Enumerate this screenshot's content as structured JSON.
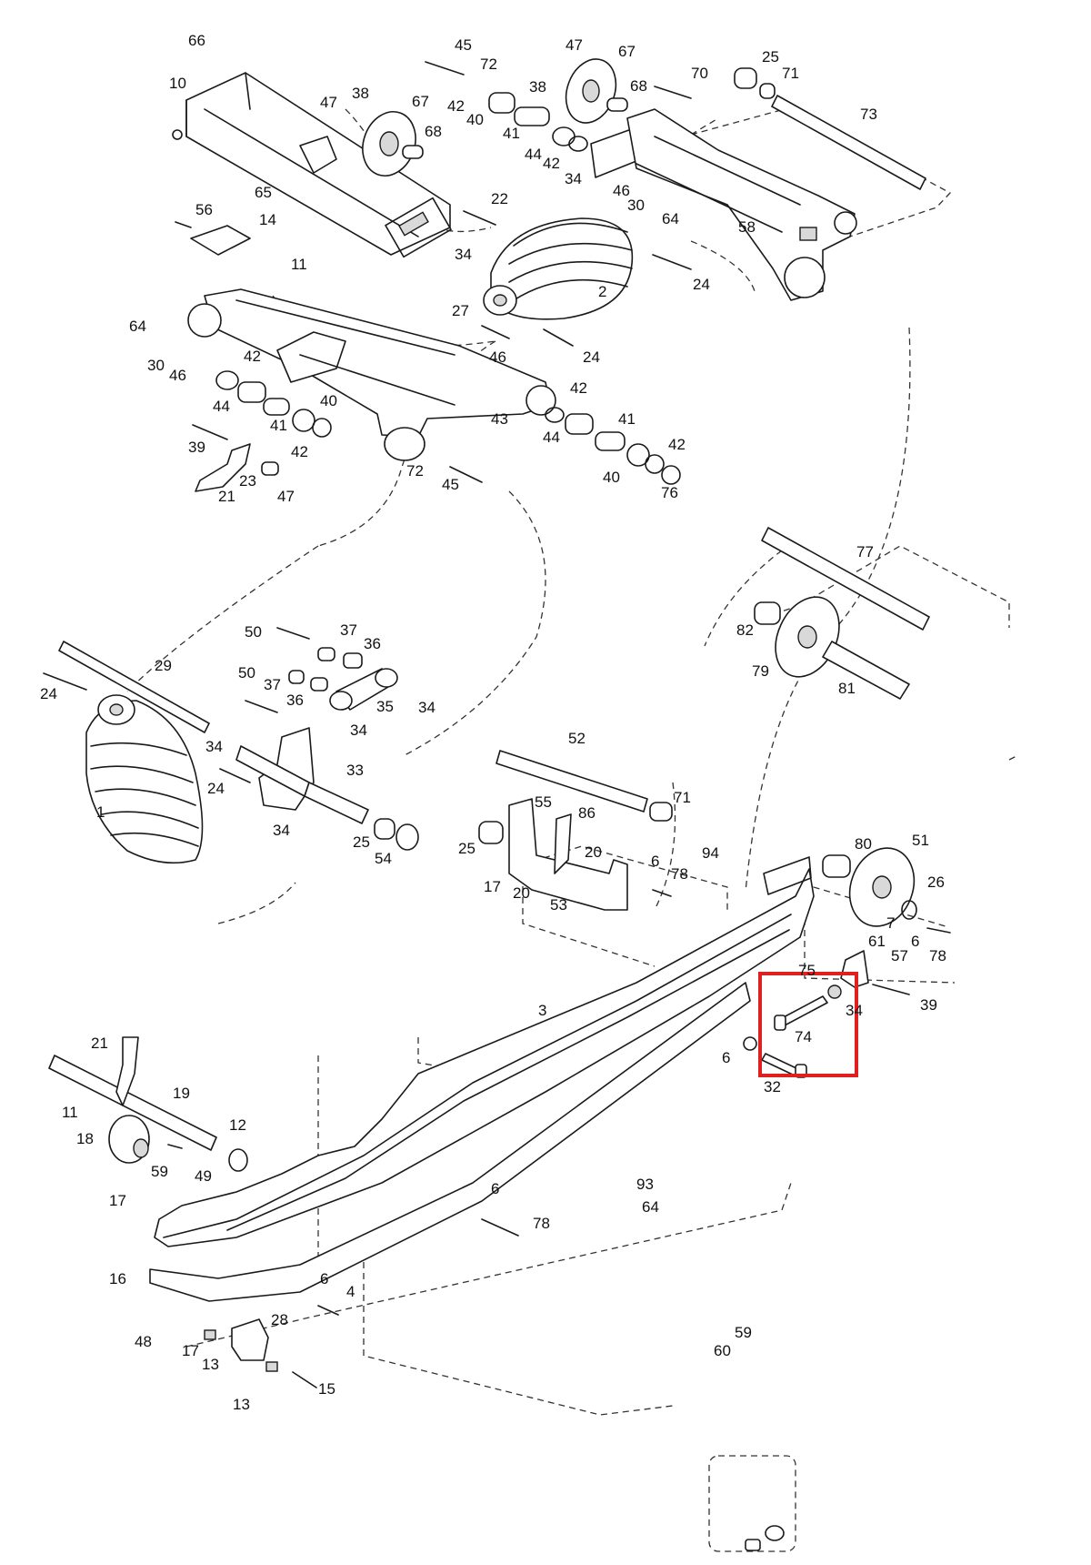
{
  "diagram": {
    "highlight_color": "#e02020",
    "callouts": [
      {
        "id": "c66",
        "text": "66"
      },
      {
        "id": "c10",
        "text": "10"
      },
      {
        "id": "c45a",
        "text": "45"
      },
      {
        "id": "c72a",
        "text": "72"
      },
      {
        "id": "c47a",
        "text": "47"
      },
      {
        "id": "c38a",
        "text": "38"
      },
      {
        "id": "c67a",
        "text": "67"
      },
      {
        "id": "c70",
        "text": "70"
      },
      {
        "id": "c25a",
        "text": "25"
      },
      {
        "id": "c71a",
        "text": "71"
      },
      {
        "id": "c73",
        "text": "73"
      },
      {
        "id": "c47b",
        "text": "47"
      },
      {
        "id": "c38b",
        "text": "38"
      },
      {
        "id": "c67b",
        "text": "67"
      },
      {
        "id": "c68a",
        "text": "68"
      },
      {
        "id": "c42a",
        "text": "42"
      },
      {
        "id": "c40a",
        "text": "40"
      },
      {
        "id": "c41a",
        "text": "41"
      },
      {
        "id": "c68b",
        "text": "68"
      },
      {
        "id": "c44a",
        "text": "44"
      },
      {
        "id": "c42b",
        "text": "42"
      },
      {
        "id": "c34a",
        "text": "34"
      },
      {
        "id": "c46a",
        "text": "46"
      },
      {
        "id": "c30a",
        "text": "30"
      },
      {
        "id": "c64a",
        "text": "64"
      },
      {
        "id": "c58",
        "text": "58"
      },
      {
        "id": "c65",
        "text": "65"
      },
      {
        "id": "c22",
        "text": "22"
      },
      {
        "id": "c56",
        "text": "56"
      },
      {
        "id": "c14",
        "text": "14"
      },
      {
        "id": "c11a",
        "text": "11"
      },
      {
        "id": "c34b",
        "text": "34"
      },
      {
        "id": "c24a",
        "text": "24"
      },
      {
        "id": "c2",
        "text": "2"
      },
      {
        "id": "c27",
        "text": "27"
      },
      {
        "id": "c64b",
        "text": "64"
      },
      {
        "id": "c30b",
        "text": "30"
      },
      {
        "id": "c46b",
        "text": "46"
      },
      {
        "id": "c42c",
        "text": "42"
      },
      {
        "id": "c46c",
        "text": "46"
      },
      {
        "id": "c24b",
        "text": "24"
      },
      {
        "id": "c44b",
        "text": "44"
      },
      {
        "id": "c40b",
        "text": "40"
      },
      {
        "id": "c41b",
        "text": "41"
      },
      {
        "id": "c42d",
        "text": "42"
      },
      {
        "id": "c43",
        "text": "43"
      },
      {
        "id": "c42e",
        "text": "42"
      },
      {
        "id": "c41c",
        "text": "41"
      },
      {
        "id": "c44c",
        "text": "44"
      },
      {
        "id": "c39a",
        "text": "39"
      },
      {
        "id": "c42f",
        "text": "42"
      },
      {
        "id": "c40c",
        "text": "40"
      },
      {
        "id": "c23",
        "text": "23"
      },
      {
        "id": "c72b",
        "text": "72"
      },
      {
        "id": "c45b",
        "text": "45"
      },
      {
        "id": "c76",
        "text": "76"
      },
      {
        "id": "c21a",
        "text": "21"
      },
      {
        "id": "c47c",
        "text": "47"
      },
      {
        "id": "c77",
        "text": "77"
      },
      {
        "id": "c82",
        "text": "82"
      },
      {
        "id": "c79",
        "text": "79"
      },
      {
        "id": "c81",
        "text": "81"
      },
      {
        "id": "c50a",
        "text": "50"
      },
      {
        "id": "c37a",
        "text": "37"
      },
      {
        "id": "c36a",
        "text": "36"
      },
      {
        "id": "c24c",
        "text": "24"
      },
      {
        "id": "c29",
        "text": "29"
      },
      {
        "id": "c50b",
        "text": "50"
      },
      {
        "id": "c37b",
        "text": "37"
      },
      {
        "id": "c36b",
        "text": "36"
      },
      {
        "id": "c35",
        "text": "35"
      },
      {
        "id": "c34c",
        "text": "34"
      },
      {
        "id": "c34d",
        "text": "34"
      },
      {
        "id": "c34e",
        "text": "34"
      },
      {
        "id": "c33",
        "text": "33"
      },
      {
        "id": "c24d",
        "text": "24"
      },
      {
        "id": "c1",
        "text": "1"
      },
      {
        "id": "c34f",
        "text": "34"
      },
      {
        "id": "c25b",
        "text": "25"
      },
      {
        "id": "c54",
        "text": "54"
      },
      {
        "id": "c52",
        "text": "52"
      },
      {
        "id": "c71b",
        "text": "71"
      },
      {
        "id": "c55",
        "text": "55"
      },
      {
        "id": "c86",
        "text": "86"
      },
      {
        "id": "c25c",
        "text": "25"
      },
      {
        "id": "c20a",
        "text": "20"
      },
      {
        "id": "c6a",
        "text": "6"
      },
      {
        "id": "c78a",
        "text": "78"
      },
      {
        "id": "c94",
        "text": "94"
      },
      {
        "id": "c17a",
        "text": "17"
      },
      {
        "id": "c20b",
        "text": "20"
      },
      {
        "id": "c53",
        "text": "53"
      },
      {
        "id": "c80",
        "text": "80"
      },
      {
        "id": "c51",
        "text": "51"
      },
      {
        "id": "c26",
        "text": "26"
      },
      {
        "id": "c7",
        "text": "7"
      },
      {
        "id": "c6b",
        "text": "6"
      },
      {
        "id": "c78b",
        "text": "78"
      },
      {
        "id": "c61",
        "text": "61"
      },
      {
        "id": "c57",
        "text": "57"
      },
      {
        "id": "c75",
        "text": "75"
      },
      {
        "id": "c39b",
        "text": "39"
      },
      {
        "id": "c34g",
        "text": "34"
      },
      {
        "id": "c3",
        "text": "3"
      },
      {
        "id": "c74",
        "text": "74"
      },
      {
        "id": "c6c",
        "text": "6"
      },
      {
        "id": "c32",
        "text": "32"
      },
      {
        "id": "c21b",
        "text": "21"
      },
      {
        "id": "c19",
        "text": "19"
      },
      {
        "id": "c11b",
        "text": "11"
      },
      {
        "id": "c18",
        "text": "18"
      },
      {
        "id": "c12",
        "text": "12"
      },
      {
        "id": "c59a",
        "text": "59"
      },
      {
        "id": "c49",
        "text": "49"
      },
      {
        "id": "c93",
        "text": "93"
      },
      {
        "id": "c17b",
        "text": "17"
      },
      {
        "id": "c64c",
        "text": "64"
      },
      {
        "id": "c6d",
        "text": "6"
      },
      {
        "id": "c78c",
        "text": "78"
      },
      {
        "id": "c16",
        "text": "16"
      },
      {
        "id": "c6e",
        "text": "6"
      },
      {
        "id": "c4",
        "text": "4"
      },
      {
        "id": "c28",
        "text": "28"
      },
      {
        "id": "c48",
        "text": "48"
      },
      {
        "id": "c17c",
        "text": "17"
      },
      {
        "id": "c13a",
        "text": "13"
      },
      {
        "id": "c13b",
        "text": "13"
      },
      {
        "id": "c15",
        "text": "15"
      },
      {
        "id": "c59b",
        "text": "59"
      },
      {
        "id": "c60",
        "text": "60"
      }
    ]
  }
}
